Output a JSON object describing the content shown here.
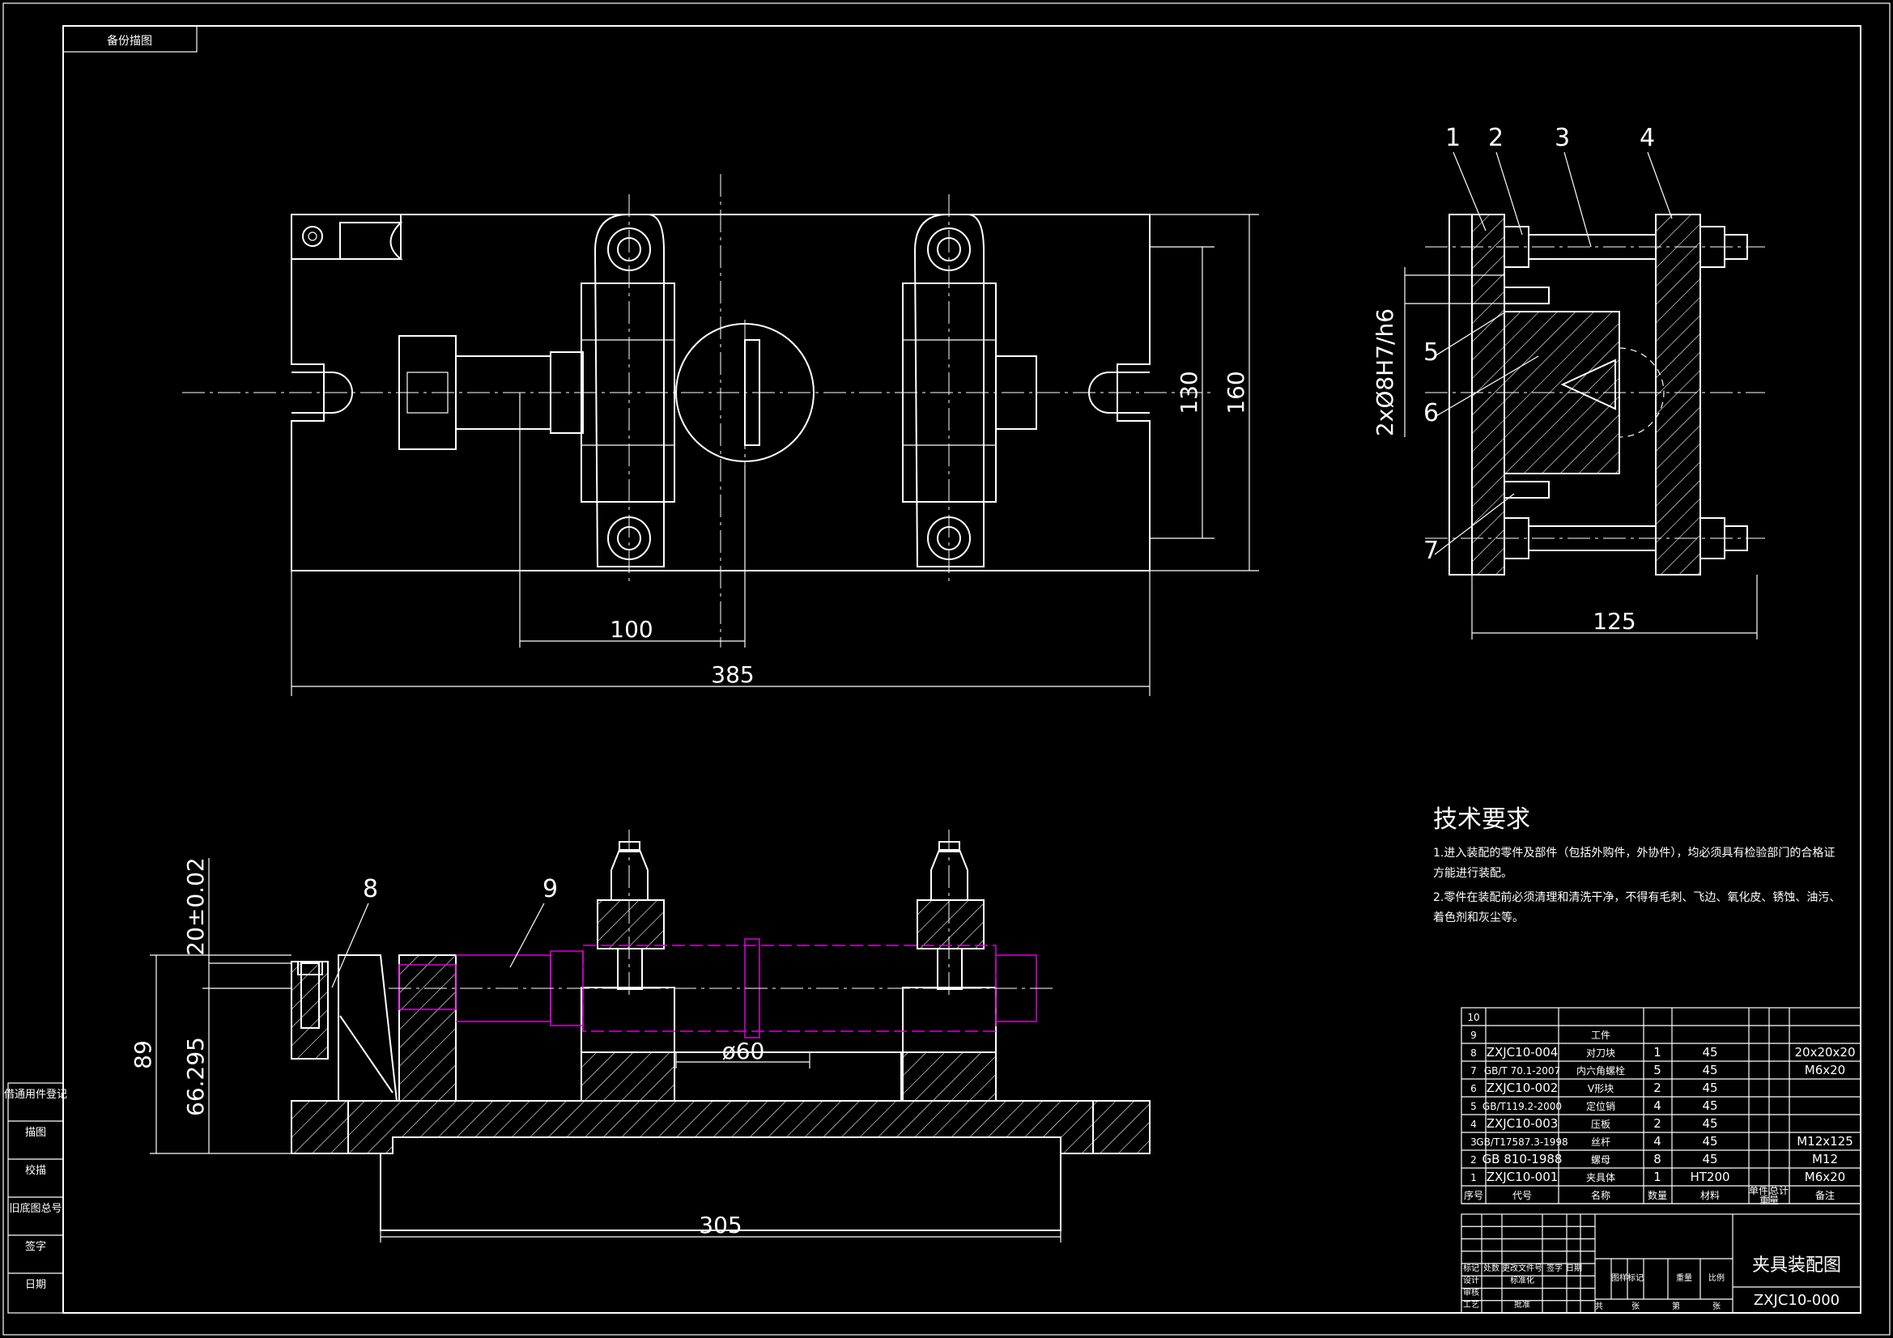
{
  "top_left_box": "备份描图",
  "front_view": {
    "dim_width": "385",
    "dim_offset": "100",
    "dim_height_inner": "130",
    "dim_height_outer": "160"
  },
  "side_view": {
    "dim_width": "125",
    "dim_fit": "2xØ8H7/h6",
    "balloons": [
      "1",
      "2",
      "3",
      "4",
      "5",
      "6",
      "7"
    ]
  },
  "section_view": {
    "dim_base": "305",
    "dim_diameter": "ø60",
    "dim_height": "89",
    "dim_center": "66.295",
    "dim_tol": "20±0.02",
    "balloons": [
      "8",
      "9"
    ]
  },
  "tech_req": {
    "title": "技术要求",
    "line1": "1.进入装配的零件及部件（包括外购件，外协件），均必须具有检验部门的合格证",
    "line1b": "方能进行装配。",
    "line2": "2.零件在装配前必须清理和清洗干净，不得有毛刺、飞边、氧化皮、锈蚀、油污、",
    "line2b": "着色剂和灰尘等。"
  },
  "bom": {
    "rows": [
      {
        "no": "10",
        "code": "",
        "name": "",
        "qty": "",
        "mat": "",
        "note": ""
      },
      {
        "no": "9",
        "code": "",
        "name": "工件",
        "qty": "",
        "mat": "",
        "note": ""
      },
      {
        "no": "8",
        "code": "ZXJC10-004",
        "name": "对刀块",
        "qty": "1",
        "mat": "45",
        "note": "20x20x20"
      },
      {
        "no": "7",
        "code": "GB/T 70.1-2007",
        "name": "内六角螺栓",
        "qty": "5",
        "mat": "45",
        "note": "M6x20"
      },
      {
        "no": "6",
        "code": "ZXJC10-002",
        "name": "V形块",
        "qty": "2",
        "mat": "45",
        "note": ""
      },
      {
        "no": "5",
        "code": "GB/T119.2-2000",
        "name": "定位销",
        "qty": "4",
        "mat": "45",
        "note": ""
      },
      {
        "no": "4",
        "code": "ZXJC10-003",
        "name": "压板",
        "qty": "2",
        "mat": "45",
        "note": ""
      },
      {
        "no": "3",
        "code": "GB/T17587.3-1998",
        "name": "丝杆",
        "qty": "4",
        "mat": "45",
        "note": "M12x125"
      },
      {
        "no": "2",
        "code": "GB 810-1988",
        "name": "螺母",
        "qty": "8",
        "mat": "45",
        "note": "M12"
      },
      {
        "no": "1",
        "code": "ZXJC10-001",
        "name": "夹具体",
        "qty": "1",
        "mat": "HT200",
        "note": "M6x20"
      }
    ],
    "header": {
      "no": "序号",
      "code": "代号",
      "name": "名称",
      "qty": "数量",
      "mat": "材料",
      "single": "单件",
      "total": "总计",
      "weight": "重量",
      "note": "备注"
    }
  },
  "title_block": {
    "drawing_name": "夹具装配图",
    "drawing_no": "ZXJC10-000",
    "labels": [
      "标记",
      "处数",
      "更改文件号",
      "签字",
      "日期",
      "设计",
      "标准化",
      "审核",
      "工艺",
      "批准",
      "图样标记",
      "重量",
      "比例",
      "共",
      "张",
      "第",
      "张"
    ]
  },
  "side_strip": [
    "借通用件登记",
    "描图",
    "校描",
    "旧底图总号",
    "签字",
    "日期"
  ]
}
